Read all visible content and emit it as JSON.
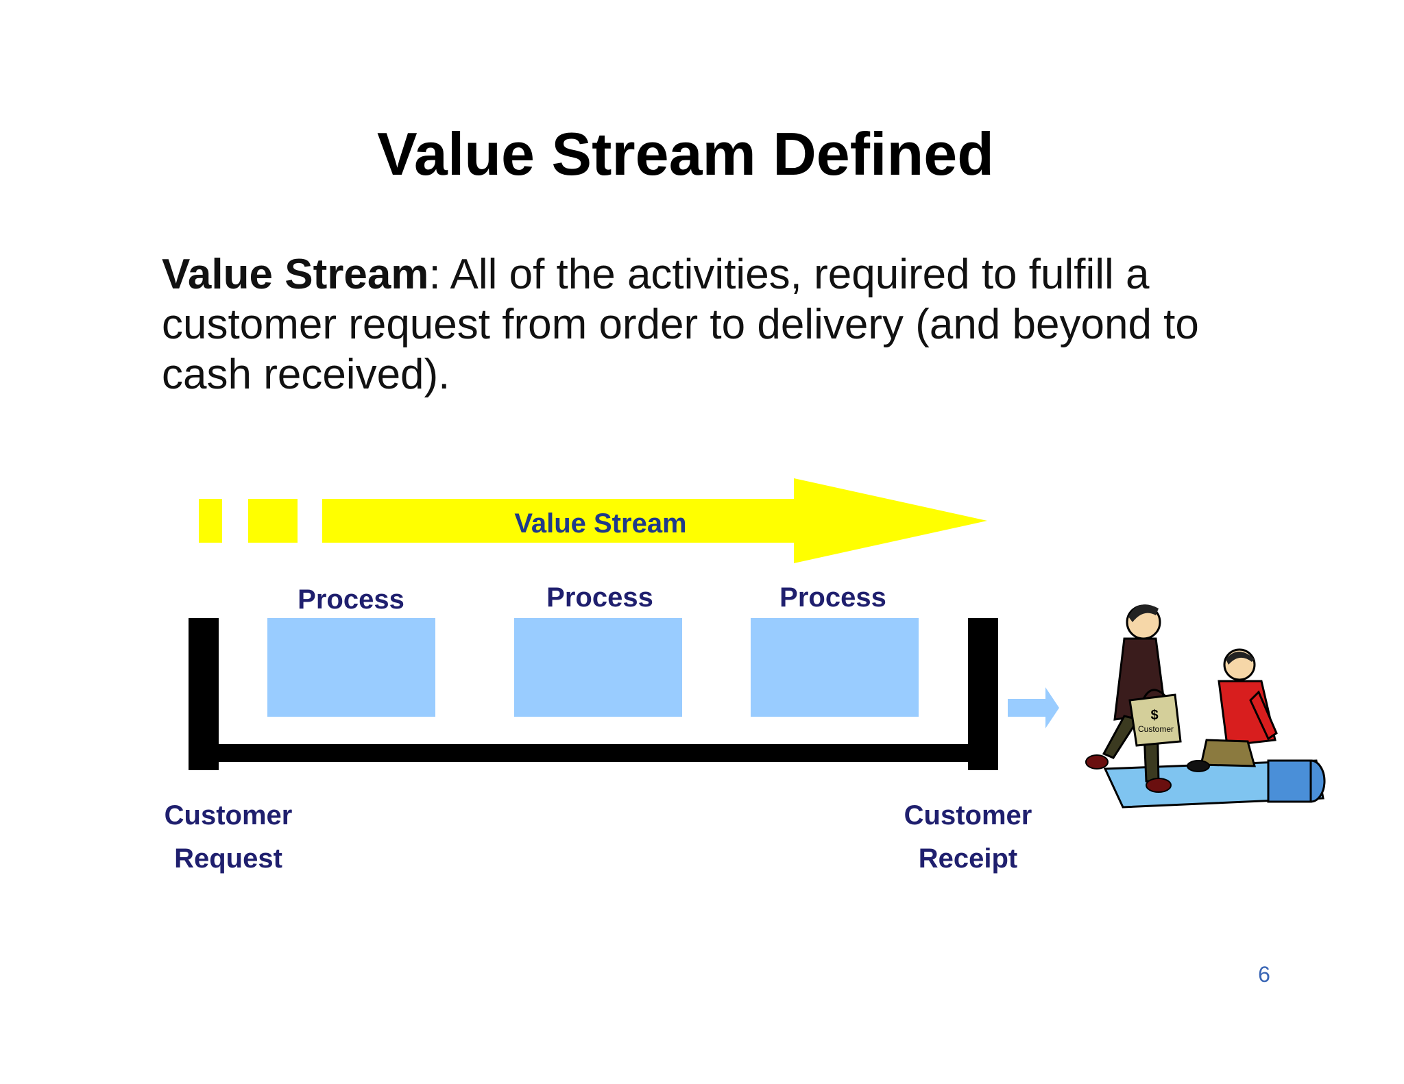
{
  "slide": {
    "title": "Value Stream Defined",
    "definition_term": "Value Stream",
    "definition_text": ": All of the activities, required to fulfill a customer request from order to delivery (and beyond to cash received).",
    "page_number": "6"
  },
  "diagram": {
    "stream_arrow_label": "Value Stream",
    "process_labels": [
      "Process",
      "Process",
      "Process"
    ],
    "start_label_line1": "Customer",
    "start_label_line2": "Request",
    "end_label_line1": "Customer",
    "end_label_line2": "Receipt",
    "bag_label": "Customer",
    "bag_symbol": "$"
  },
  "colors": {
    "arrow_yellow": "#ffff00",
    "process_box": "#99ccff",
    "label_navy": "#1f1f6e",
    "stream_label": "#1f3a8a",
    "frame_black": "#000000",
    "output_arrow": "#99ccff",
    "page_number": "#3a66b5"
  },
  "icons": {
    "illustration": "customer-red-carpet-illustration"
  }
}
